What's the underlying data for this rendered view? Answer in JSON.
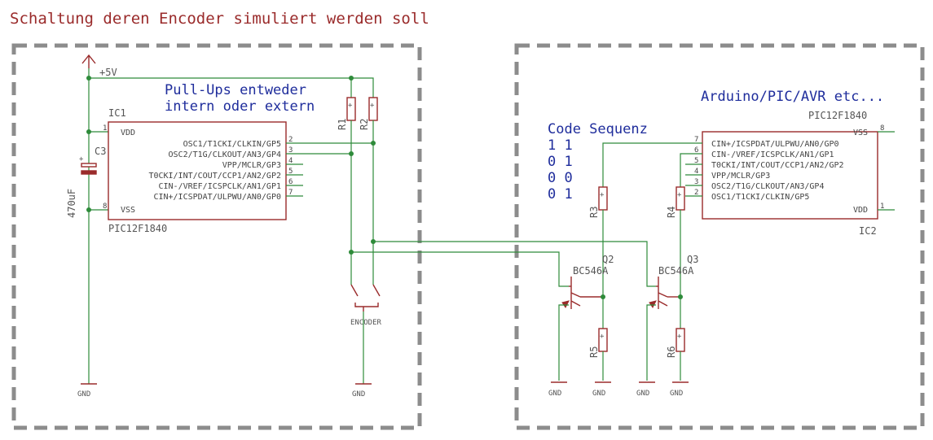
{
  "title": "Schaltung deren Encoder simuliert werden soll",
  "note_pullups": [
    "Pull-Ups entweder",
    "intern oder extern"
  ],
  "note_mcu": "Arduino/PIC/AVR etc...",
  "code_sequence": {
    "title": "Code Sequenz",
    "rows": [
      "1 1",
      "0 1",
      "0 0",
      "0 1"
    ]
  },
  "supply": {
    "label": "+5V"
  },
  "capacitor": {
    "name": "C3",
    "value": "470uF"
  },
  "resistors": [
    "R1",
    "R2",
    "R3",
    "R4",
    "R5",
    "R6"
  ],
  "ic1": {
    "name": "IC1",
    "part": "PIC12F1840",
    "left_pins": [
      {
        "num": "1",
        "label": "VDD"
      },
      {
        "num": "8",
        "label": "VSS"
      }
    ],
    "right_pins": [
      {
        "num": "2",
        "label": "OSC1/T1CKI/CLKIN/GP5"
      },
      {
        "num": "3",
        "label": "OSC2/T1G/CLKOUT/AN3/GP4"
      },
      {
        "num": "4",
        "label": "VPP/MCLR/GP3"
      },
      {
        "num": "5",
        "label": "T0CKI/INT/COUT/CCP1/AN2/GP2"
      },
      {
        "num": "6",
        "label": "CIN-/VREF/ICSPCLK/AN1/GP1"
      },
      {
        "num": "7",
        "label": "CIN+/ICSPDAT/ULPWU/AN0/GP0"
      }
    ]
  },
  "ic2": {
    "name": "IC2",
    "part": "PIC12F1840",
    "left_pins": [
      {
        "num": "7",
        "label": "CIN+/ICSPDAT/ULPWU/AN0/GP0"
      },
      {
        "num": "6",
        "label": "CIN-/VREF/ICSPCLK/AN1/GP1"
      },
      {
        "num": "5",
        "label": "T0CKI/INT/COUT/CCP1/AN2/GP2"
      },
      {
        "num": "4",
        "label": "VPP/MCLR/GP3"
      },
      {
        "num": "3",
        "label": "OSC2/T1G/CLKOUT/AN3/GP4"
      },
      {
        "num": "2",
        "label": "OSC1/T1CKI/CLKIN/GP5"
      }
    ],
    "right_pins": [
      {
        "num": "8",
        "label": "VSS"
      },
      {
        "num": "1",
        "label": "VDD"
      }
    ]
  },
  "transistors": [
    {
      "name": "Q2",
      "part": "BC546A"
    },
    {
      "name": "Q3",
      "part": "BC546A"
    }
  ],
  "encoder": {
    "label": "ENCODER"
  },
  "ground_label": "GND"
}
